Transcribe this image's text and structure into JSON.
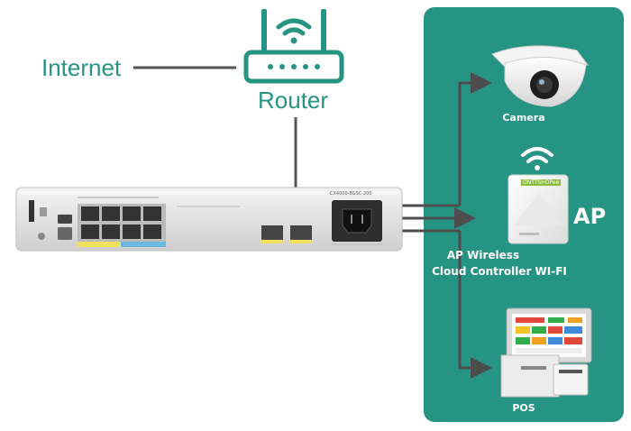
{
  "labels": {
    "internet": "Internet",
    "router": "Router",
    "camera": "Camera",
    "ap_big": "AP",
    "ap_line1": "AP Wireless",
    "ap_line2": "Cloud Controller WI-FI",
    "pos": "POS",
    "ap_brand": "ONTTSHOPee",
    "switch_model": "CX4000-8GSC-200"
  },
  "colors": {
    "teal": "#269482",
    "line_dark": "#555555",
    "arrow_dark": "#4d4d4d"
  },
  "icons": {
    "router": "router-wifi-icon",
    "camera": "dome-camera-icon",
    "access_point": "access-point-icon",
    "wifi": "wifi-icon",
    "pos": "pos-terminal-icon",
    "switch": "network-switch-icon"
  }
}
